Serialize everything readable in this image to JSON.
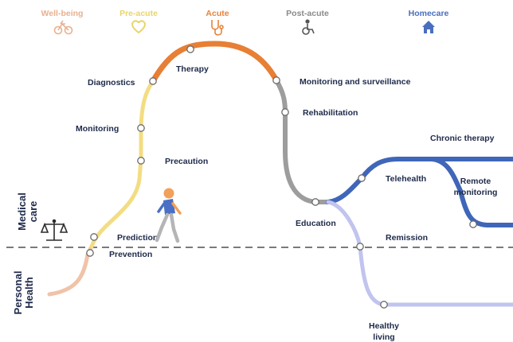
{
  "categories": [
    {
      "id": "wellbeing",
      "label": "Well-being",
      "color": "#e8b08f",
      "icon": "bicycle-icon"
    },
    {
      "id": "preacute",
      "label": "Pre-acute",
      "color": "#ead46a",
      "icon": "heart-icon"
    },
    {
      "id": "acute",
      "label": "Acute",
      "color": "#e8833a",
      "icon": "stethoscope-icon"
    },
    {
      "id": "postacute",
      "label": "Post-acute",
      "color": "#8a8a8a",
      "icon": "wheelchair-icon"
    },
    {
      "id": "homecare",
      "label": "Homecare",
      "color": "#4a6fbe",
      "icon": "house-icon"
    }
  ],
  "side_labels": {
    "medical_care": [
      "Medical",
      "care"
    ],
    "personal_health": [
      "Personal",
      "Health"
    ]
  },
  "stages": {
    "diagnostics": "Diagnostics",
    "therapy": "Therapy",
    "monitoring_surveillance": "Monitoring and surveillance",
    "rehabilitation": "Rehabilitation",
    "monitoring": "Monitoring",
    "precaution": "Precaution",
    "prediction": "Prediction",
    "prevention": "Prevention",
    "education": "Education",
    "telehealth": "Telehealth",
    "chronic_therapy": "Chronic therapy",
    "remote_monitoring": [
      "Remote",
      "monitoring"
    ],
    "remission": "Remission",
    "healthy_living": [
      "Healthy",
      "living"
    ]
  },
  "colors": {
    "peach": "#f0c3a8",
    "yellow": "#f3dd83",
    "orange": "#e77f35",
    "gray": "#9d9d9d",
    "blue": "#3f66b8",
    "lavender": "#c1c4ee",
    "dashed": "#7a7a7a",
    "person_shirt": "#4a6fc4",
    "person_skin": "#f1a15a"
  }
}
